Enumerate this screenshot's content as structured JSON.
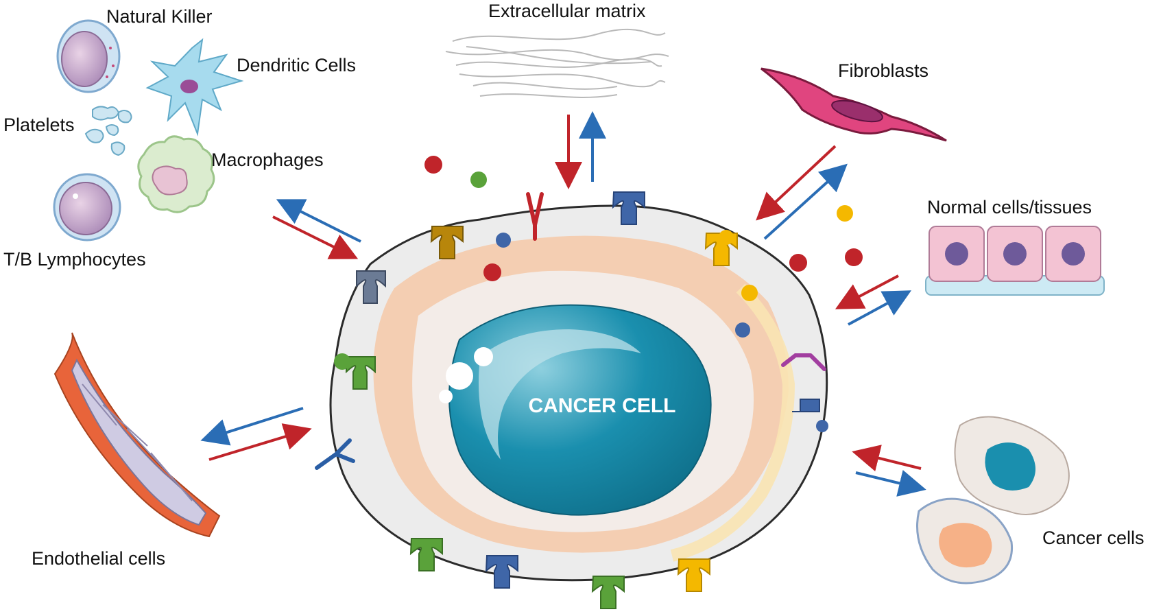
{
  "diagram": {
    "center": "CANCER CELL",
    "labels": {
      "natural_killer": "Natural Killer",
      "dendritic_cells": "Dendritic Cells",
      "platelets": "Platelets",
      "macrophages": "Macrophages",
      "tb_lymphocytes": "T/B Lymphocytes",
      "extracellular_matrix": "Extracellular matrix",
      "fibroblasts": "Fibroblasts",
      "normal_cells": "Normal cells/tissues",
      "endothelial_cells": "Endothelial cells",
      "cancer_cells": "Cancer cells"
    },
    "colors": {
      "arrow_to_cell": "#c0242a",
      "arrow_from_cell": "#2a6db5",
      "nucleus": "#1a8fae",
      "cytoplasm": "#ececec",
      "peri_layer": "#f6c9a8",
      "fibroblast": "#e0457f",
      "normal_cell": "#f3c3d3",
      "vessel": "#e8643a"
    }
  }
}
